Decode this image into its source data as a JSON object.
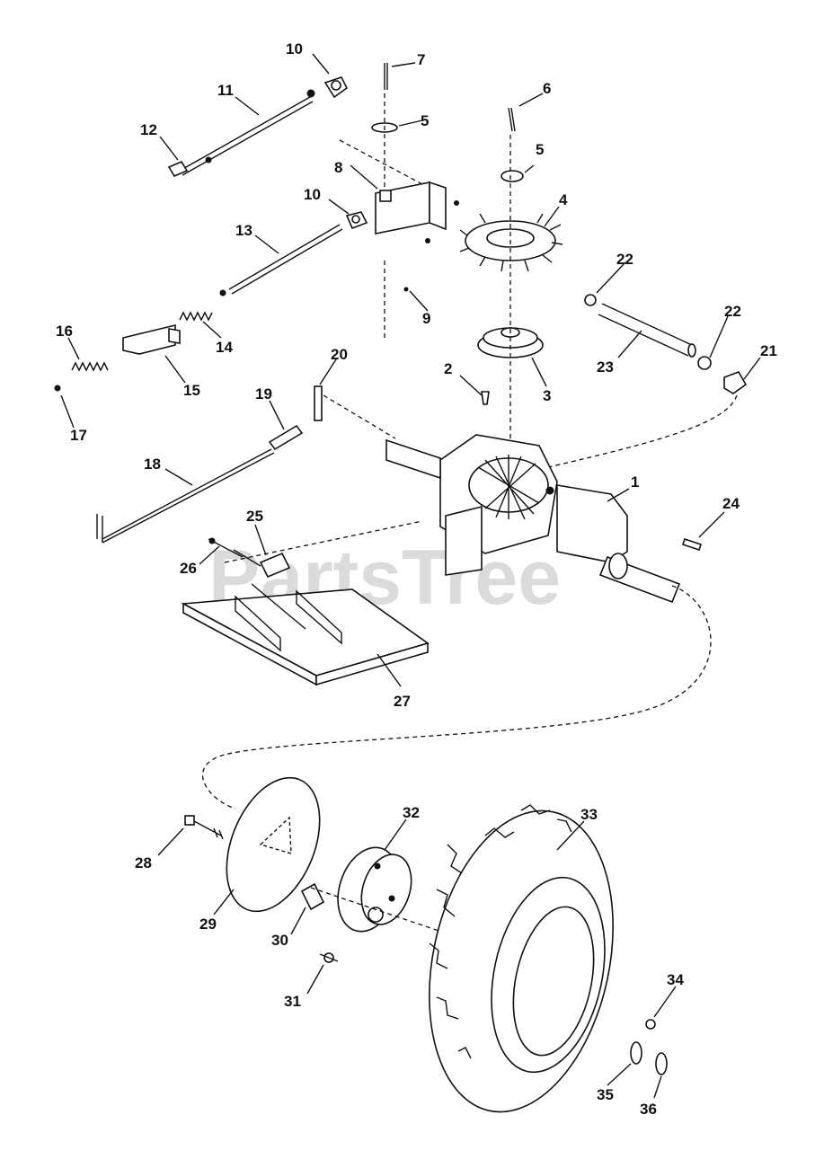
{
  "watermark": "PartsTree",
  "callouts": [
    "1",
    "2",
    "3",
    "4",
    "5",
    "5",
    "6",
    "7",
    "8",
    "9",
    "10",
    "10",
    "11",
    "12",
    "13",
    "14",
    "15",
    "16",
    "17",
    "18",
    "19",
    "20",
    "21",
    "22",
    "22",
    "23",
    "24",
    "25",
    "26",
    "27",
    "28",
    "29",
    "30",
    "31",
    "32",
    "33",
    "34",
    "35",
    "36"
  ],
  "colors": {
    "ink": "#111111",
    "watermark": "#cfcfcf",
    "background": "#ffffff"
  }
}
